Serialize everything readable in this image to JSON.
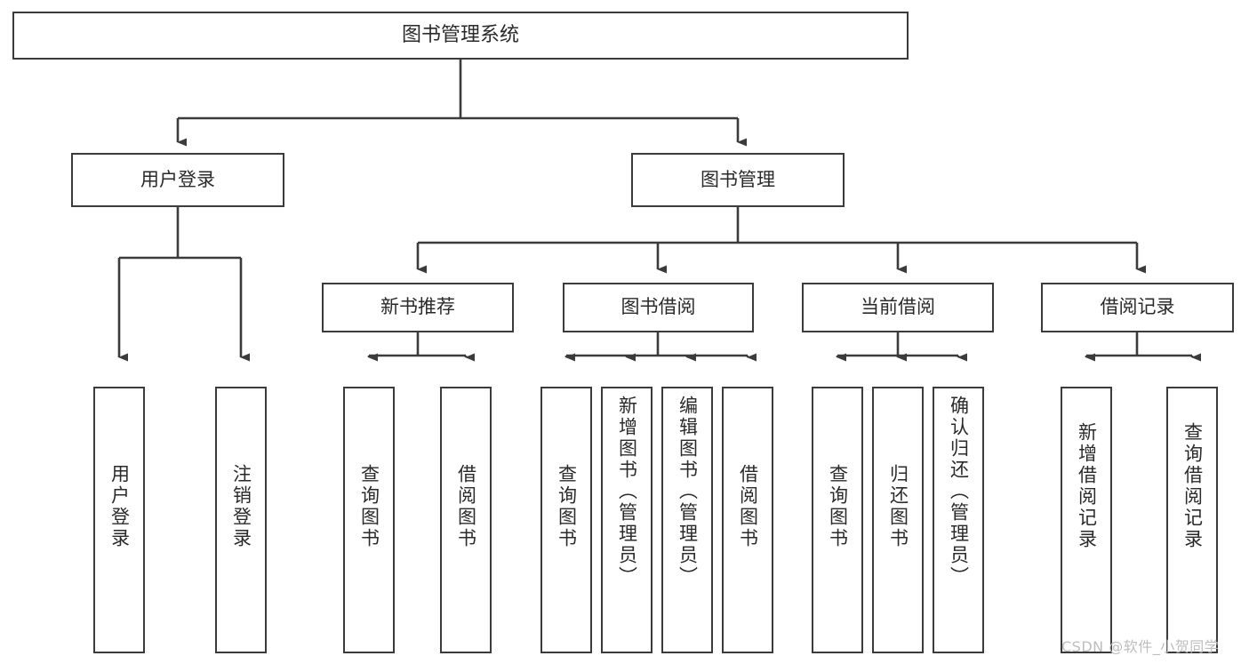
{
  "diagram": {
    "title": "图书管理系统",
    "type": "tree-hierarchy-chart",
    "root": {
      "label": "图书管理系统"
    },
    "level2": [
      {
        "label": "用户登录"
      },
      {
        "label": "图书管理"
      }
    ],
    "level3": [
      {
        "label": "新书推荐"
      },
      {
        "label": "图书借阅"
      },
      {
        "label": "当前借阅"
      },
      {
        "label": "借阅记录"
      }
    ],
    "leaves": [
      {
        "label": "用户登录"
      },
      {
        "label": "注销登录"
      },
      {
        "label": "查询图书"
      },
      {
        "label": "借阅图书"
      },
      {
        "label": "查询图书"
      },
      {
        "label": "新增图书（管理员）"
      },
      {
        "label": "编辑图书（管理员）"
      },
      {
        "label": "借阅图书"
      },
      {
        "label": "查询图书"
      },
      {
        "label": "归还图书"
      },
      {
        "label": "确认归还（管理员）"
      },
      {
        "label": "新增借阅记录"
      },
      {
        "label": "查询借阅记录"
      }
    ]
  },
  "watermark": {
    "text": "CSDN @软件_小贺同学"
  },
  "colors": {
    "stroke": "#3b3b3b",
    "text": "#2a2a2a",
    "background": "#ffffff",
    "watermark": "#bdbdbd"
  }
}
